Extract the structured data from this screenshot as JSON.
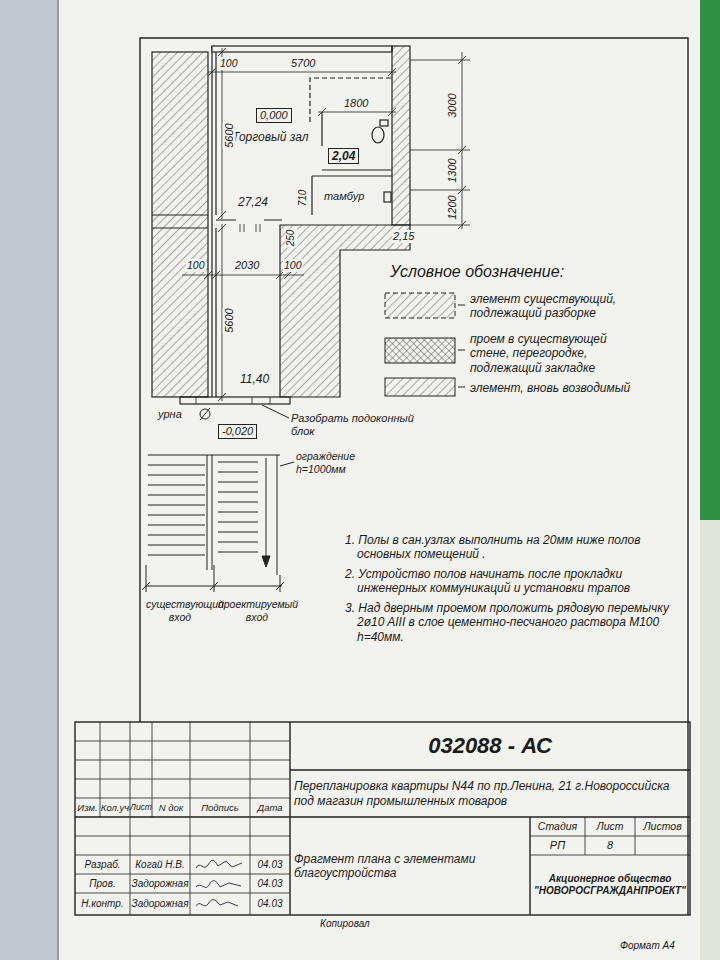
{
  "diagram": {
    "nodes": [
      {
        "text": [
          "Торговый зал"
        ]
      },
      {
        "text": [
          "0,000"
        ],
        "in": 0
      },
      {
        "text": [
          "2,04"
        ]
      },
      {
        "text": [
          "тамбур"
        ]
      }
    ],
    "labels": [
      "100",
      "5700",
      "1800",
      "3000",
      "1300",
      "1200",
      "5600",
      "27,24",
      "710",
      "250",
      "2,15",
      "100",
      "2030",
      "100",
      "5600",
      "11,40",
      "урна",
      "-0,020",
      "Разобрать подоконный блок",
      "ограждение h=1000мм",
      "существующий вход",
      "проектируемый вход",
      "Условное обозначение:",
      "1. Полы в сан.узлах выполнить на 20мм ниже полов основных помещений .",
      "2. Устройство полов начинать после прокладки инженерных коммуникаций и установки трапов",
      "3. Над дверным проемом проложить рядовую перемычку 2ø10 AIII в слое цементно-песчаного раствора М100 h=40мм.",
      "Изм.",
      "Кол.уч",
      "Лист",
      "N док",
      "Подпись",
      "Дата",
      "Разраб.",
      "Когай Н.В.",
      "04.03",
      "Пров.",
      "Задорожная",
      "04.03",
      "Н.контр.",
      "Задорожная",
      "04.03",
      "032088 - АС",
      "Перепланировка квартиры N44 по пр.Ленина, 21 г.Новороссийска под магазин промышленных товаров",
      "Фрагмент плана с элементами благоустройства",
      "Стадия",
      "Лист",
      "Листов",
      "РП",
      "8",
      "Акционерное общество \"НОВОРОСГРАЖДАНПРОЕКТ\"",
      "Копировал",
      "Формат А4"
    ],
    "legend": [
      {
        "text": "элемент существующий, подлежащий разборке"
      },
      {
        "text": "проем в существующей стене, перегородке, подлежащий закладке"
      },
      {
        "text": "элемент, вновь возводимый"
      }
    ]
  }
}
